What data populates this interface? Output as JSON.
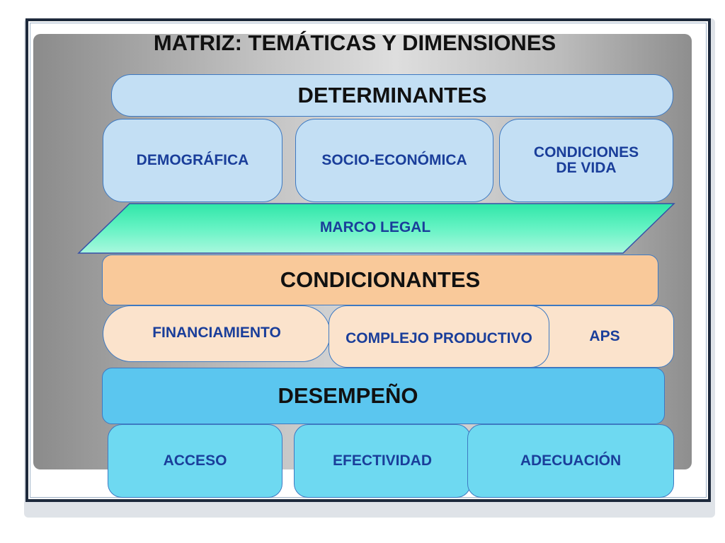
{
  "title": "MATRIZ: TEMÁTICAS Y DIMENSIONES",
  "determinantes": {
    "label": "DETERMINANTES",
    "items": [
      {
        "label": "DEMOGRÁFICA"
      },
      {
        "label": "SOCIO-ECONÓMICA"
      },
      {
        "label_line1": "CONDICIONES",
        "label_line2": "DE VIDA"
      }
    ]
  },
  "marco_legal": {
    "label": "MARCO LEGAL"
  },
  "condicionantes": {
    "label": "CONDICIONANTES",
    "items": [
      {
        "label": "FINANCIAMIENTO"
      },
      {
        "label": "COMPLEJO PRODUCTIVO"
      },
      {
        "label": "APS"
      }
    ]
  },
  "desempeno": {
    "label": "DESEMPEÑO",
    "items": [
      {
        "label": "ACCESO"
      },
      {
        "label": "EFECTIVIDAD"
      },
      {
        "label": "ADECUACIÓN"
      }
    ]
  },
  "colors": {
    "blue_fill": "#c3dff4",
    "peach_bar": "#f9c99a",
    "peach_fill": "#fbe3cc",
    "cyan_bar": "#5bc6ef",
    "cyan_fill": "#6ed9f1",
    "green_fill": "#5ff2c0",
    "border": "#3d79c2",
    "label_text": "#1a3e9a"
  }
}
